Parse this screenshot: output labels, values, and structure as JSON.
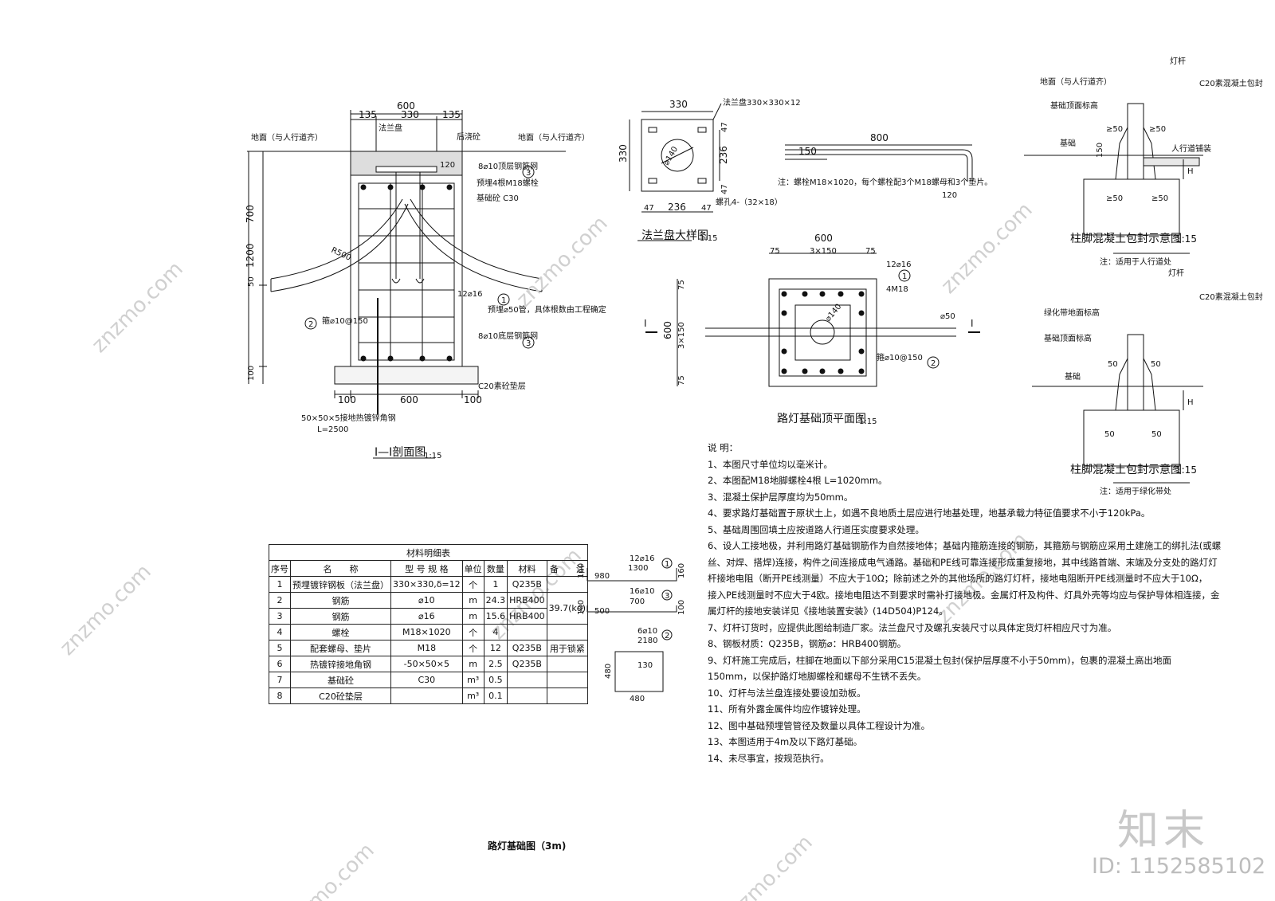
{
  "header": {
    "lamp_top": "灯杆",
    "c20_top": "C20素混凝土包封",
    "lamp_mid": "灯杆",
    "c20_mid": "C20素混凝土包封"
  },
  "section": {
    "title": "I—I剖面图",
    "scale": "1:15",
    "dim_600": "600",
    "dim_135a": "135",
    "dim_330": "330",
    "dim_135b": "135",
    "label_flange": "法兰盘",
    "label_late_pour": "后浇砼",
    "ground_left": "地面（与人行道齐）",
    "ground_right": "地面（与人行道齐）",
    "rebar_top": "8⌀10顶层钢筋网",
    "bolts": "预埋4根M18螺栓",
    "concrete": "基础砼 C30",
    "dim_700": "700",
    "dim_1200": "1200",
    "dim_50": "50",
    "dim_100": "100",
    "dim_120": "120",
    "radius": "R500",
    "rebar_12": "12⌀16",
    "pipe": "预埋⌀50管，具体根数由工程确定",
    "stirrup": "箍⌀10@150",
    "rebar_bottom": "8⌀10底层钢筋网",
    "cushion": "C20素砼垫层",
    "dim_b100a": "100",
    "dim_b600": "600",
    "dim_b100b": "100",
    "angle_steel": "50×50×5接地热镀锌角钢",
    "angle_len": "L=2500",
    "c1": "1",
    "c2": "2",
    "c3": "3",
    "c3b": "3"
  },
  "flange": {
    "title": "法兰盘大样图",
    "scale": "1:15",
    "dim_330": "330",
    "dim_330v": "330",
    "spec": "法兰盘330×330×12",
    "dim_236": "236",
    "dim_236v": "236",
    "dim_47a": "47",
    "dim_47b": "47",
    "dim_47c": "47",
    "dim_47d": "47",
    "hole": "螺孔4-（32×18）",
    "dia": "⌀140"
  },
  "bolt": {
    "dim_800": "800",
    "dim_150": "150",
    "dim_120": "120",
    "note": "注：螺栓M18×1020，每个螺栓配3个M18螺母和3个垫片。"
  },
  "plan": {
    "title": "路灯基础顶平面图",
    "scale": "1:15",
    "dim_600": "600",
    "dim_75a": "75",
    "dim_3x150": "3×150",
    "dim_75b": "75",
    "dim_600v": "600",
    "dim_75c": "75",
    "dim_3x150v": "3×150",
    "dim_75d": "75",
    "rebar": "12⌀16",
    "bolt": "4M18",
    "dia": "⌀140",
    "pipe": "⌀50",
    "stirrup": "箍⌀10@150",
    "c1": "1",
    "c2": "2",
    "mark_left": "I",
    "mark_right": "I"
  },
  "detail1": {
    "ground": "地面（与人行道齐）",
    "base_top": "基础顶面标高",
    "col_base": "基础",
    "ge50a": "≥50",
    "ge50b": "≥50",
    "ge50c": "≥50",
    "ge50d": "≥50",
    "dim_150": "150",
    "paving": "人行道铺装",
    "h": "H",
    "title": "柱脚混凝土包封示意图",
    "scale": "1:15",
    "note": "注：适用于人行道处"
  },
  "detail2": {
    "green": "绿化带地面标高",
    "base_top": "基础顶面标高",
    "col_base": "基础",
    "d50a": "50",
    "d50b": "50",
    "d50c": "50",
    "d50d": "50",
    "h": "H",
    "title": "柱脚混凝土包封示意图",
    "scale": "1:15",
    "note": "注：适用于绿化带处"
  },
  "notes": {
    "title": "说  明：",
    "items": [
      "1、本图尺寸单位均以毫米计。",
      "2、本图配M18地脚螺栓4根 L=1020mm。",
      "3、混凝土保护层厚度均为50mm。",
      "4、要求路灯基础置于原状土上，如遇不良地质土层应进行地基处理，地基承载力特征值要求不小于120kPa。",
      "5、基础周围回填土应按道路人行道压实度要求处理。",
      "6、设人工接地极，并利用路灯基础钢筋作为自然接地体；基础内箍筋连接的钢筋，其箍筋与钢筋应采用土建施工的绑扎法(或螺",
      "丝、对焊、搭焊)连接，构件之间连接成电气通路。基础和PE线可靠连接形成重复接地，其中线路首端、末端及分支处的路灯灯",
      "杆接地电阻（断开PE线测量）不应大于10Ω；除前述之外的其他场所的路灯灯杆，接地电阻断开PE线测量时不应大于10Ω，",
      "接入PE线测量时不应大于4欧。接地电阻达不到要求时需补打接地极。金属灯杆及构件、灯具外壳等均应与保护导体相连接，金",
      "属灯杆的接地安装详见《接地装置安装》(14D504)P124。",
      "7、灯杆订货时，应提供此图给制造厂家。法兰盘尺寸及螺孔安装尺寸以具体定货灯杆相应尺寸为准。",
      "8、钢板材质：Q235B，钢筋⌀：HRB400钢筋。",
      "9、灯杆施工完成后，柱脚在地面以下部分采用C15混凝土包封(保护层厚度不小于50mm)，包裹的混凝土高出地面",
      "150mm，以保护路灯地脚螺栓和螺母不生锈不丢失。",
      "10、灯杆与法兰盘连接处要设加劲板。",
      "11、所有外露金属件均应作镀锌处理。",
      "12、图中基础预埋管管径及数量以具体工程设计为准。",
      "13、本图适用于4m及以下路灯基础。",
      "14、未尽事宜，按规范执行。"
    ]
  },
  "table": {
    "title": "材料明细表",
    "headers": [
      "序号",
      "名　　称",
      "型 号 规 格",
      "单位",
      "数量",
      "材料",
      "备　　注"
    ],
    "rows": [
      [
        "1",
        "预埋镀锌钢板（法兰盘）",
        "330×330,δ=12",
        "个",
        "1",
        "Q235B",
        ""
      ],
      [
        "2",
        "钢筋",
        "⌀10",
        "m",
        "24.3",
        "HRB400",
        "39.7(kg)"
      ],
      [
        "3",
        "钢筋",
        "⌀16",
        "m",
        "15.6",
        "HRB400",
        ""
      ],
      [
        "4",
        "螺栓",
        "M18×1020",
        "个",
        "4",
        "",
        ""
      ],
      [
        "5",
        "配套螺母、垫片",
        "M18",
        "个",
        "12",
        "Q235B",
        "用于锁紧"
      ],
      [
        "6",
        "热镀锌接地角钢",
        "-50×50×5",
        "m",
        "2.5",
        "Q235B",
        ""
      ],
      [
        "7",
        "基础砼",
        "C30",
        "m³",
        "0.5",
        "",
        ""
      ],
      [
        "8",
        "C20砼垫层",
        "",
        "m³",
        "0.1",
        "",
        ""
      ]
    ]
  },
  "bars": {
    "b1_label": "12⌀16",
    "b1_len": "1300",
    "b1_980": "980",
    "b1_160a": "160",
    "b1_160b": "160",
    "b1_c": "1",
    "b2_label": "16⌀10",
    "b2_len": "700",
    "b2_500": "500",
    "b2_100a": "100",
    "b2_100b": "100",
    "b2_c": "3",
    "b3_label": "6⌀10",
    "b3_len": "2180",
    "b3_130": "130",
    "b3_480v": "480",
    "b3_480h": "480",
    "b3_c": "2"
  },
  "drawing_title": "路灯基础图（3m)",
  "watermark": {
    "text": "znzmo.com",
    "logo": "知末",
    "id": "ID: 1152585102"
  }
}
